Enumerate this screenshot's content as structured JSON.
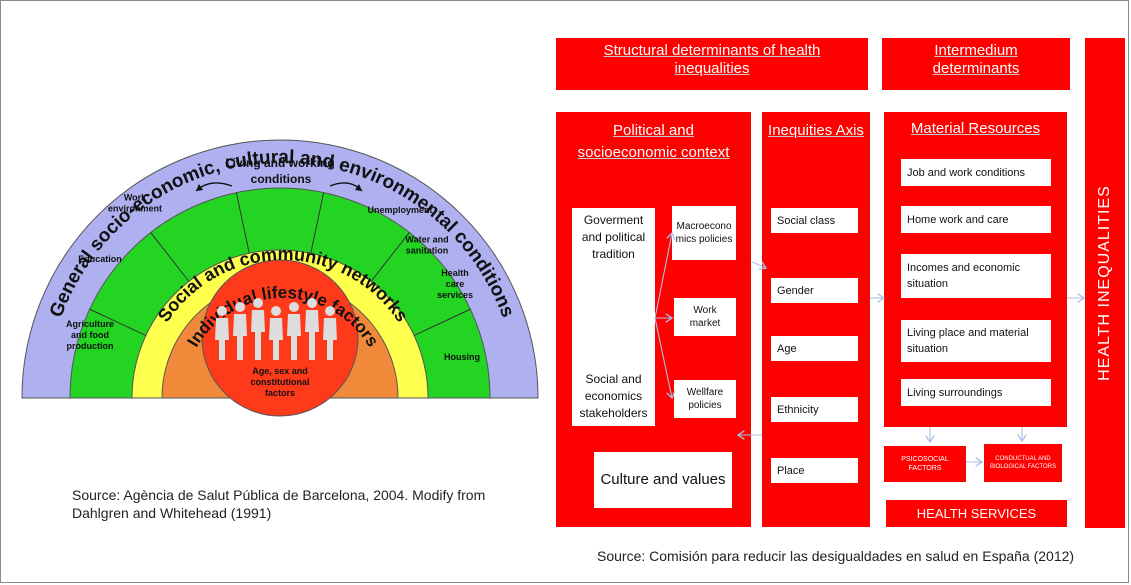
{
  "left_diagram": {
    "outer_label": "General socio-economic, cultural and environmental conditions",
    "living_working_label": [
      "Living and working",
      "conditions"
    ],
    "social_label": "Social and community networks",
    "lifestyle_label": "Individual lifestyle factors",
    "core_label": [
      "Age, sex and",
      "constitutional",
      "factors"
    ],
    "sectors": [
      [
        "Agriculture",
        "and food",
        "production"
      ],
      [
        "Education"
      ],
      [
        "Work",
        "environment"
      ],
      [
        "Unemployment"
      ],
      [
        "Water and",
        "sanitation"
      ],
      [
        "Health",
        "care",
        "services"
      ],
      [
        "Housing"
      ]
    ],
    "source": "Source: Agència de Salut Pública de Barcelona, 2004. Modify from Dahlgren and Whitehead (1991)"
  },
  "right_diagram": {
    "structural_title": "Structural determinants of health inequalities",
    "intermedium_title": "Intermedium determinants",
    "political_title": "Political and socioeconomic context",
    "government": "Goverment and political tradition",
    "stakeholders": "Social and economics stakeholders",
    "policies": [
      "Macroeconomics policies",
      "Work market",
      "Wellfare policies"
    ],
    "culture": "Culture and values",
    "inequities_title": "Inequities Axis",
    "axis_items": [
      "Social class",
      "Gender",
      "Age",
      "Ethnicity",
      "Place"
    ],
    "material_title": "Material Resources",
    "material_items": [
      "Job and work conditions",
      "Home work and care",
      "Incomes and economic situation",
      "Living place and material situation",
      "Living surroundings"
    ],
    "psicosocial": "PSICOSOCIAL FACTORS",
    "conductual": "CONDUCTUAL AND BIOLOGICAL FACTORS",
    "health_services": "HEALTH SERVICES",
    "health_inequalities": "HEALTH INEQUALITIES",
    "source": "Source: Comisión para reducir las desigualdades en salud en España (2012)"
  },
  "colors": {
    "outer_ring": "#aeb0f0",
    "green_ring": "#23d423",
    "yellow_ring": "#ffff4d",
    "orange_ring": "#f08a3a",
    "core": "#ff3a1a",
    "red_box": "#ff0000",
    "arrow": "#a8c0e8"
  }
}
